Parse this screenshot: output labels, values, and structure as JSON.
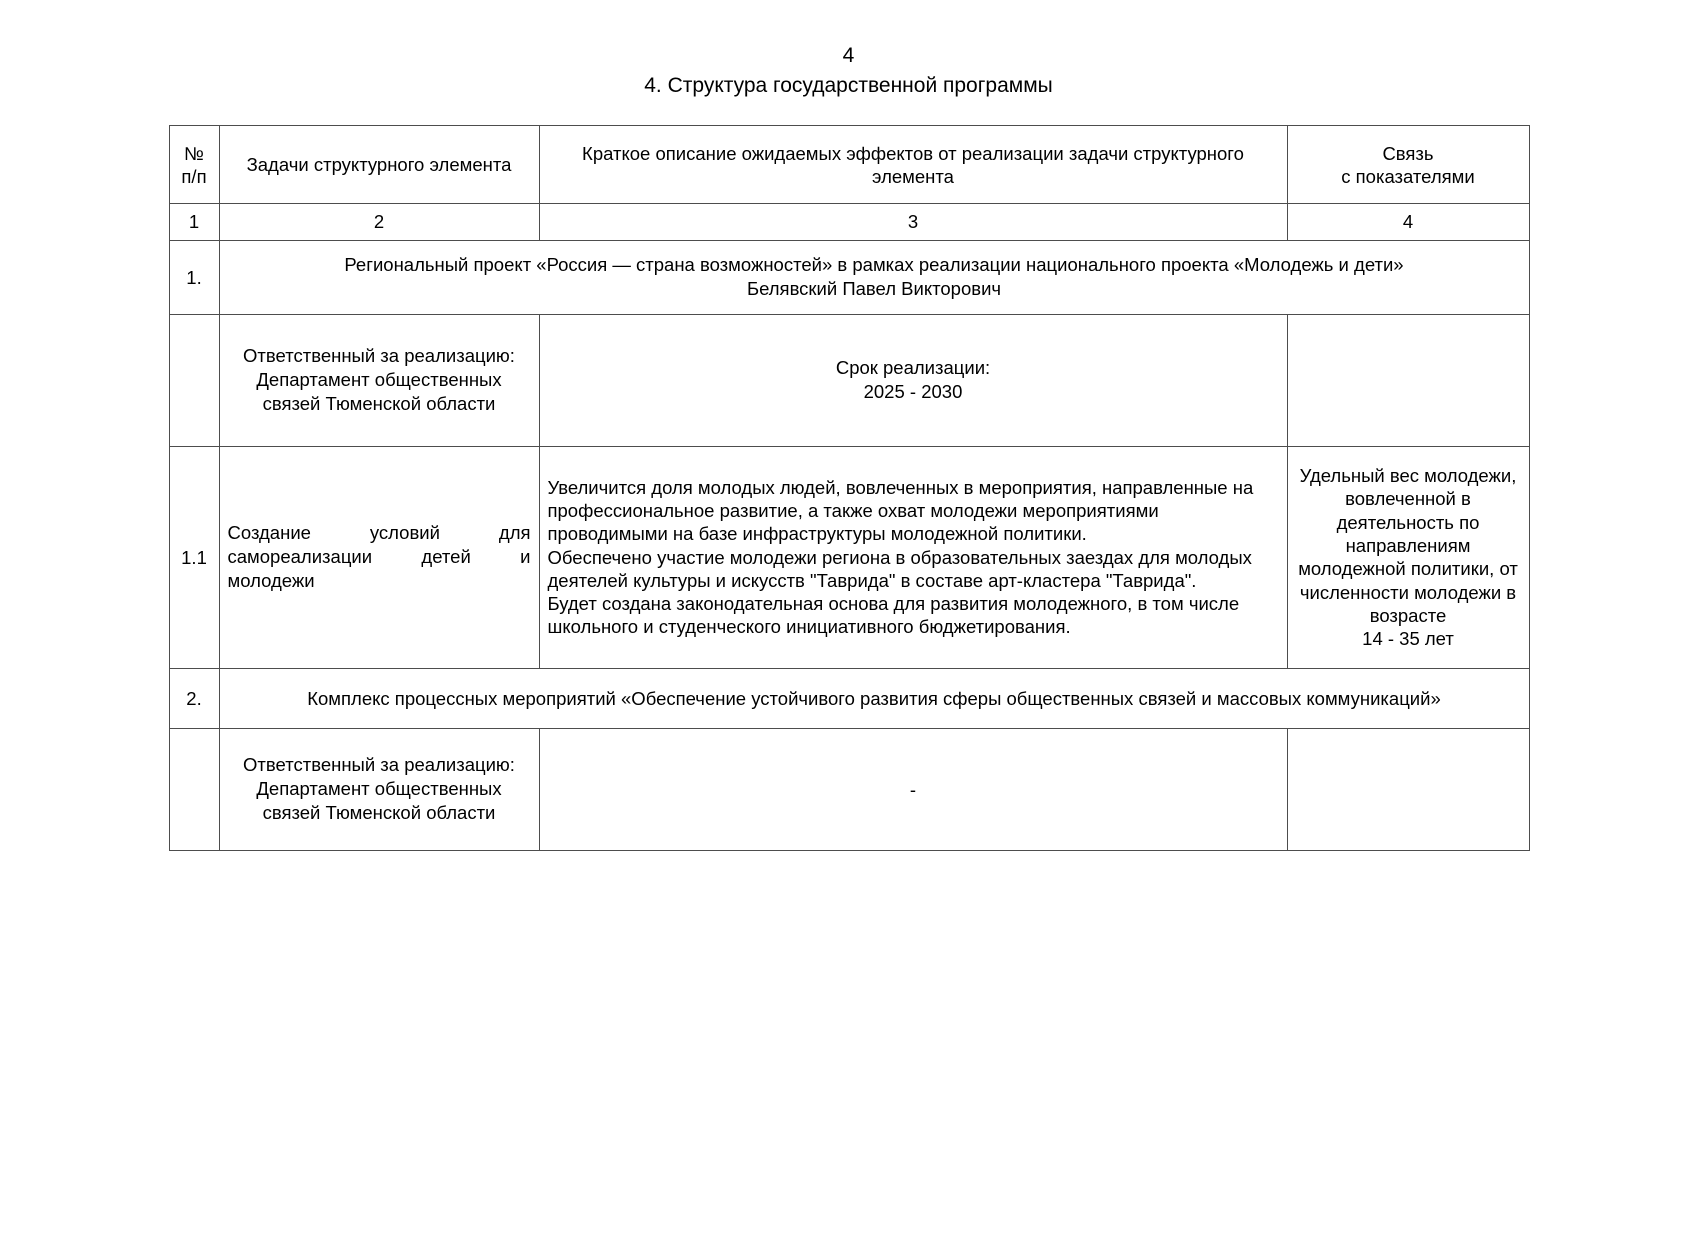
{
  "page": {
    "number": "4",
    "heading": "4. Структура государственной программы"
  },
  "table": {
    "headers": {
      "num": "№\nп/п",
      "num_line1": "№",
      "num_line2": "п/п",
      "task": "Задачи структурного элемента",
      "description": "Краткое описание ожидаемых эффектов от реализации задачи структурного элемента",
      "link_line1": "Связь",
      "link_line2": "с показателями"
    },
    "column_numbers": [
      "1",
      "2",
      "3",
      "4"
    ],
    "rows": [
      {
        "id": "row-project-1",
        "num": "1.",
        "project_line1": "Региональный проект «Россия — страна возможностей» в рамках реализации национального проекта «Молодежь и дети»",
        "project_line2": "Белявский Павел Викторович"
      },
      {
        "id": "row-responsible-1",
        "num": "",
        "resp_line1": "Ответственный за реализацию:",
        "resp_line2": "Департамент общественных",
        "resp_line3": "связей Тюменской области",
        "term_line1": "Срок реализации:",
        "term_line2": "2025 - 2030",
        "link": ""
      },
      {
        "id": "row-1-1",
        "num": "1.1",
        "task": "Создание условий для самореализации детей и молодежи",
        "desc_line1": "Увеличится доля молодых людей, вовлеченных в мероприятия, направленные на",
        "desc_line2": "профессиональное развитие, а также охват молодежи мероприятиями",
        "desc_line3": "проводимыми на базе инфраструктуры молодежной политики.",
        "desc_line4": "Обеспечено участие молодежи региона в образовательных заездах для молодых",
        "desc_line5": "деятелей культуры и искусств \"Таврида\" в составе арт-кластера \"Таврида\".",
        "desc_line6": "Будет создана законодательная основа для развития молодежного, в том числе",
        "desc_line7": "школьного и студенческого инициативного бюджетирования.",
        "link_line1": "Удельный вес молодежи,",
        "link_line2": "вовлеченной в",
        "link_line3": "деятельность по",
        "link_line4": "направлениям",
        "link_line5": "молодежной политики, от",
        "link_line6": "численности молодежи в",
        "link_line7": "возрасте",
        "link_line8": "14 - 35 лет"
      },
      {
        "id": "row-section-2",
        "num": "2.",
        "title": "Комплекс процессных мероприятий «Обеспечение устойчивого развития сферы общественных связей и массовых коммуникаций»"
      },
      {
        "id": "row-responsible-2",
        "num": "",
        "resp_line1": "Ответственный за реализацию:",
        "resp_line2": "Департамент общественных",
        "resp_line3": "связей Тюменской области",
        "desc": "-",
        "link": ""
      }
    ]
  }
}
